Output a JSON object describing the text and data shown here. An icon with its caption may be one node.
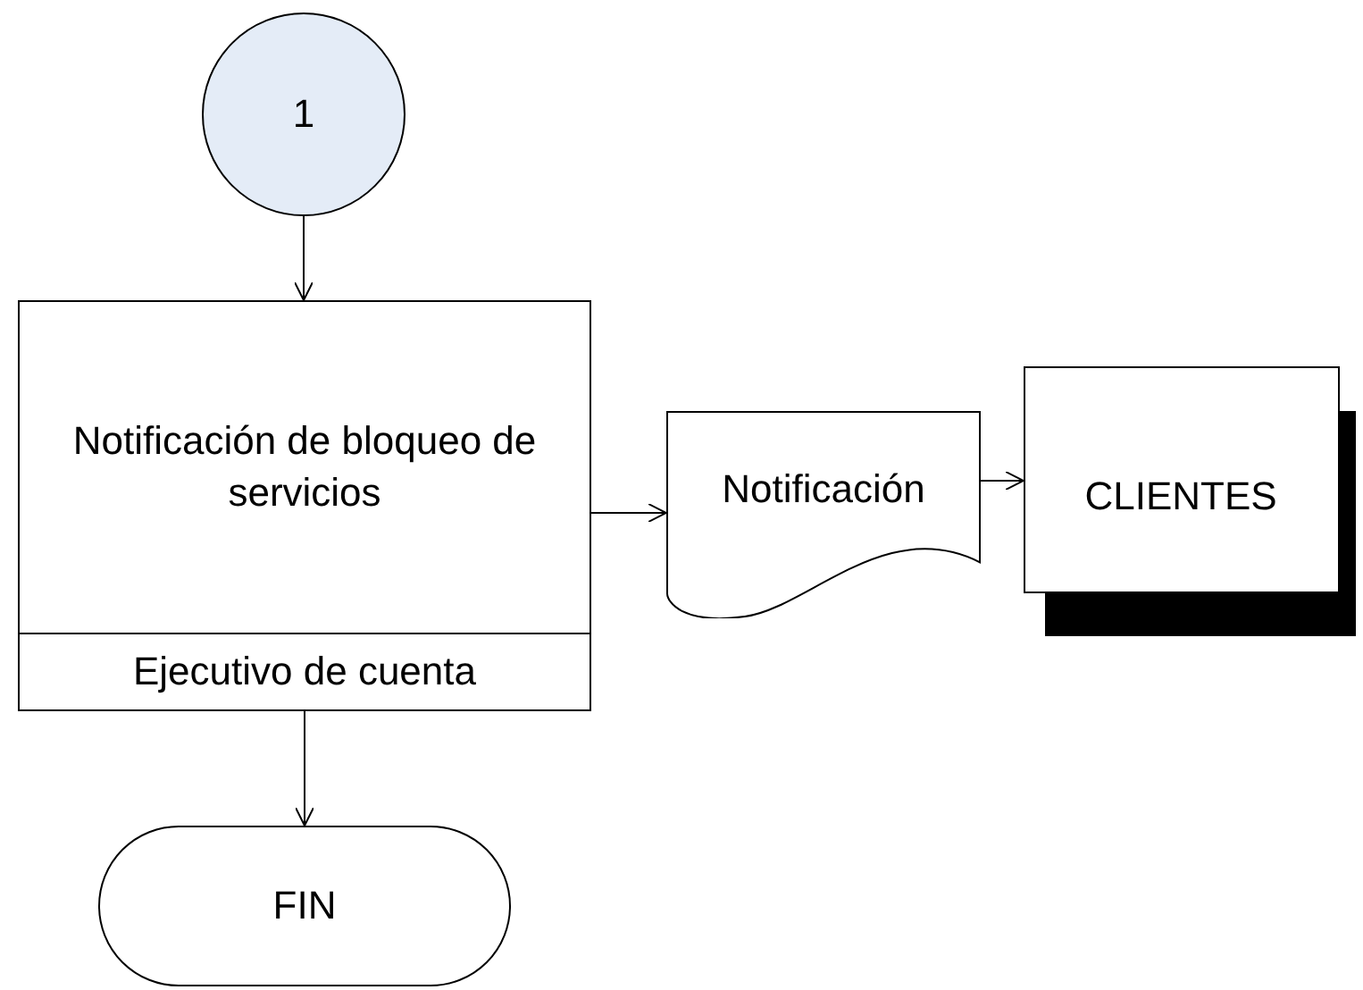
{
  "diagram": {
    "nodes": [
      {
        "text": [
          "1"
        ]
      },
      {
        "text": [
          "Notificación de bloqueo de servicios",
          "Ejecutivo de cuenta"
        ]
      },
      {
        "text": [
          "Notificación"
        ]
      },
      {
        "text": [
          "CLIENTES"
        ]
      },
      {
        "text": [
          "FIN"
        ]
      }
    ],
    "edges": [
      {
        "from": 0,
        "to": 1,
        "arrow": "to"
      },
      {
        "from": 1,
        "to": 2,
        "arrow": "to"
      },
      {
        "from": 2,
        "to": 3,
        "arrow": "to"
      },
      {
        "from": 1,
        "to": 4,
        "arrow": "to"
      }
    ]
  }
}
